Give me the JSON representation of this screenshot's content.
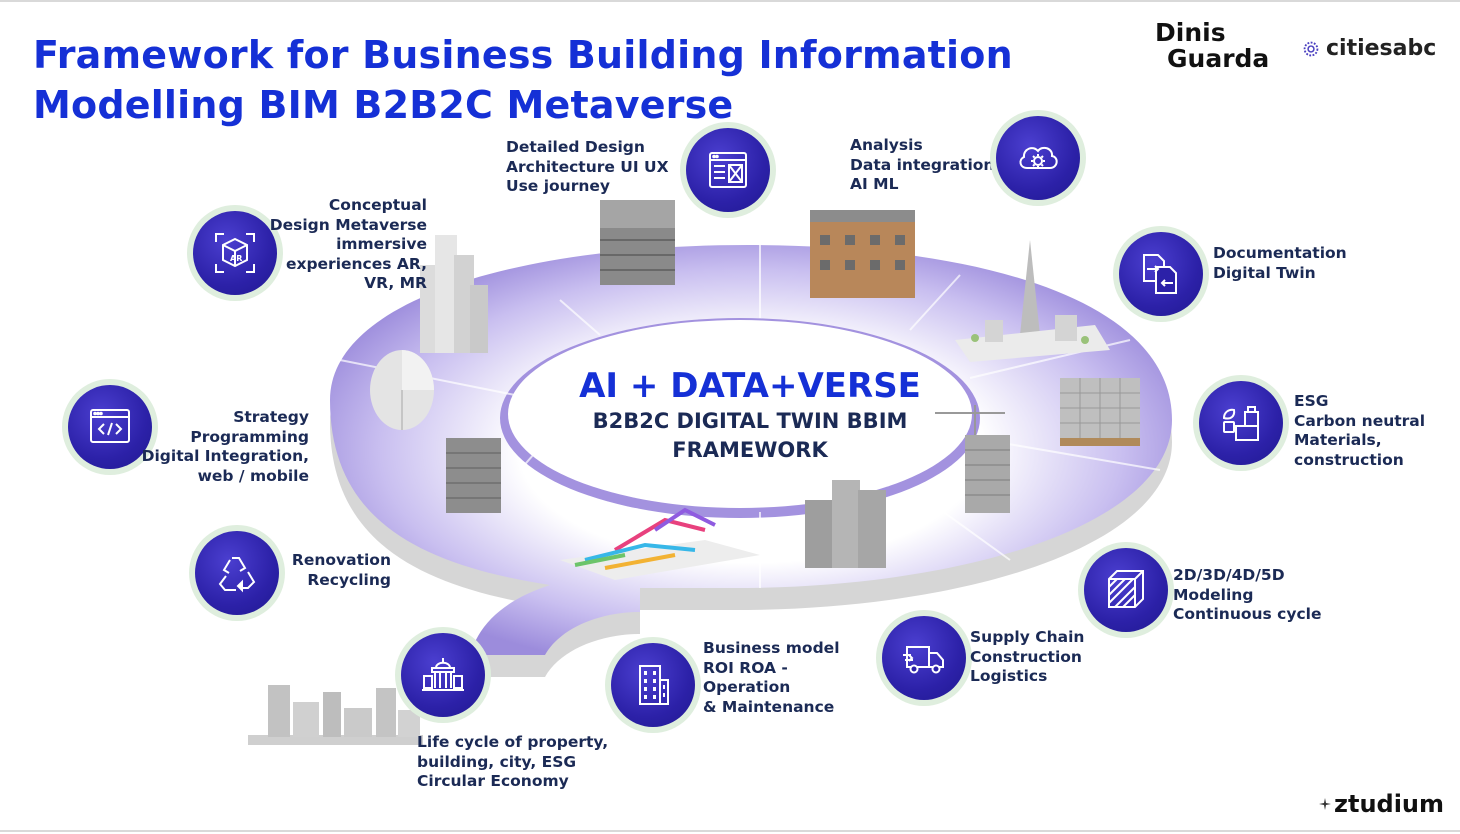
{
  "title": {
    "line1": "Framework for Business Building Information",
    "line2": "Modelling BIM B2B2C Metaverse"
  },
  "logos": {
    "dinis_line1": "Dinis",
    "dinis_line2": "Guarda",
    "cities": "citiesabc",
    "ztudium": "ztudium"
  },
  "center": {
    "line1": "AI + DATA+VERSE",
    "line2": "B2B2C DIGITAL TWIN BBIM",
    "line3": "FRAMEWORK"
  },
  "stages": [
    {
      "icon": "ar-cube-icon",
      "lines": [
        "Conceptual",
        "Design Metaverse",
        "immersive",
        "experiences AR,",
        "VR, MR"
      ]
    },
    {
      "icon": "wireframe-icon",
      "lines": [
        "Detailed Design",
        "Architecture UI UX",
        "Use journey"
      ]
    },
    {
      "icon": "cloud-gear-icon",
      "lines": [
        "Analysis",
        "Data integration",
        "AI ML"
      ]
    },
    {
      "icon": "documents-icon",
      "lines": [
        "Documentation",
        "Digital Twin"
      ]
    },
    {
      "icon": "eco-blocks-icon",
      "lines": [
        "ESG",
        "Carbon neutral",
        "Materials,",
        "construction"
      ]
    },
    {
      "icon": "hatched-cube-icon",
      "lines": [
        "2D/3D/4D/5D",
        "Modeling",
        "Continuous cycle"
      ]
    },
    {
      "icon": "delivery-truck-icon",
      "lines": [
        "Supply Chain",
        "Construction",
        "Logistics"
      ]
    },
    {
      "icon": "office-building-icon",
      "lines": [
        "Business model",
        "ROI ROA -",
        "Operation",
        "& Maintenance"
      ]
    },
    {
      "icon": "civic-building-icon",
      "lines": [
        "Life cycle of property,",
        "building, city, ESG",
        "Circular Economy"
      ]
    },
    {
      "icon": "recycle-icon",
      "lines": [
        "Renovation",
        "Recycling"
      ]
    },
    {
      "icon": "code-window-icon",
      "lines": [
        "Strategy",
        "Programming",
        "Digital Integration,",
        "web / mobile"
      ]
    }
  ],
  "colors": {
    "title": "#1530d6",
    "node": "#2c21a8",
    "node_ring": "#dfeede",
    "ring": "#b5a8e6",
    "text": "#1b2a55"
  }
}
